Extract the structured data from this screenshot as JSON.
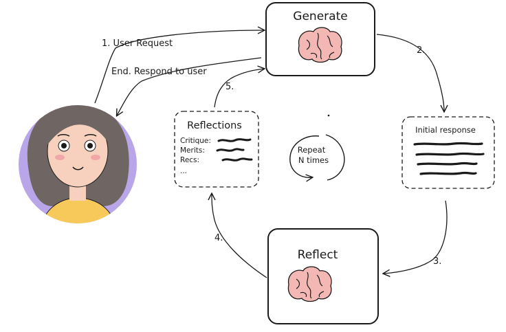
{
  "nodes": {
    "generate": {
      "title": "Generate"
    },
    "reflect": {
      "title": "Reflect"
    },
    "initial_response": {
      "title": "Initial response"
    },
    "reflections": {
      "title": "Reflections",
      "rows": [
        "Critique:",
        "Merits:",
        "Recs:"
      ],
      "ellipsis": "..."
    }
  },
  "edges": {
    "user_request": "1. User Request",
    "respond": "End. Respond to user",
    "step2": "2.",
    "step3": "3.",
    "step4": "4.",
    "step5": "5."
  },
  "loop": {
    "line1": "Repeat",
    "line2": "N times"
  },
  "colors": {
    "avatar_bg": "#b9a6e8",
    "hair": "#6f6563",
    "skin": "#f7d1bd",
    "shirt": "#f7c95a",
    "brain": "#f4b8b4",
    "ink": "#1a1a1a"
  },
  "icons": {
    "generate": "brain-icon",
    "reflect": "brain-icon",
    "user": "user-avatar"
  }
}
